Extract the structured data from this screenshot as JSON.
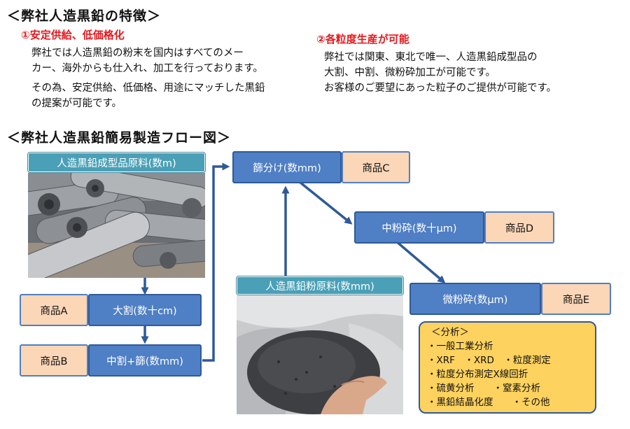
{
  "features": {
    "title": "＜弊社人造黒鉛の特徴＞",
    "feature1": {
      "heading": "①安定供給、低価格化",
      "lines": [
        "弊社では人造黒鉛の粉末を国内はすべてのメー",
        "カー、海外からも仕入れ、加工を行っております。",
        "その為、安定供給、低価格、用途にマッチした黒鉛",
        "の提案が可能です。"
      ]
    },
    "feature2": {
      "heading": "②各粒度生産が可能",
      "lines": [
        "弊社では関東、東北で唯一、人造黒鉛成型品の",
        "大割、中割、微粉砕加工が可能です。",
        "お客様のご要望にあった粒子のご提供が可能です。"
      ]
    }
  },
  "flow": {
    "title": "＜弊社人造黒鉛簡易製造フロー図＞",
    "raw_molded_label": "人造黒鉛成型品原料(数m)",
    "raw_powder_label": "人造黒鉛粉原料(数mm)",
    "steps": {
      "large_split": "大割(数十cm)",
      "medium_split": "中割+篩(数mm)",
      "sieving": "篩分け(数mm)",
      "medium_pulverize": "中粉砕(数十μm)",
      "fine_pulverize": "微粉砕(数μm)"
    },
    "products": {
      "a": "商品A",
      "b": "商品B",
      "c": "商品C",
      "d": "商品D",
      "e": "商品E"
    },
    "analysis": {
      "title": "＜分析＞",
      "items": [
        "・一般工業分析",
        "・XRF　・XRD　・粒度測定",
        "・粒度分布測定X線回折",
        "・硫黄分析　　・窒素分析",
        "・黒鉛結晶化度　　・その他"
      ]
    }
  },
  "colors": {
    "step_fill": "#4f7fc4",
    "product_fill": "#fbd6b7",
    "label_fill": "#4aa0b6",
    "analysis_fill": "#fed25f",
    "arrow": "#2f5a99",
    "feature_heading": "#e8161b"
  }
}
